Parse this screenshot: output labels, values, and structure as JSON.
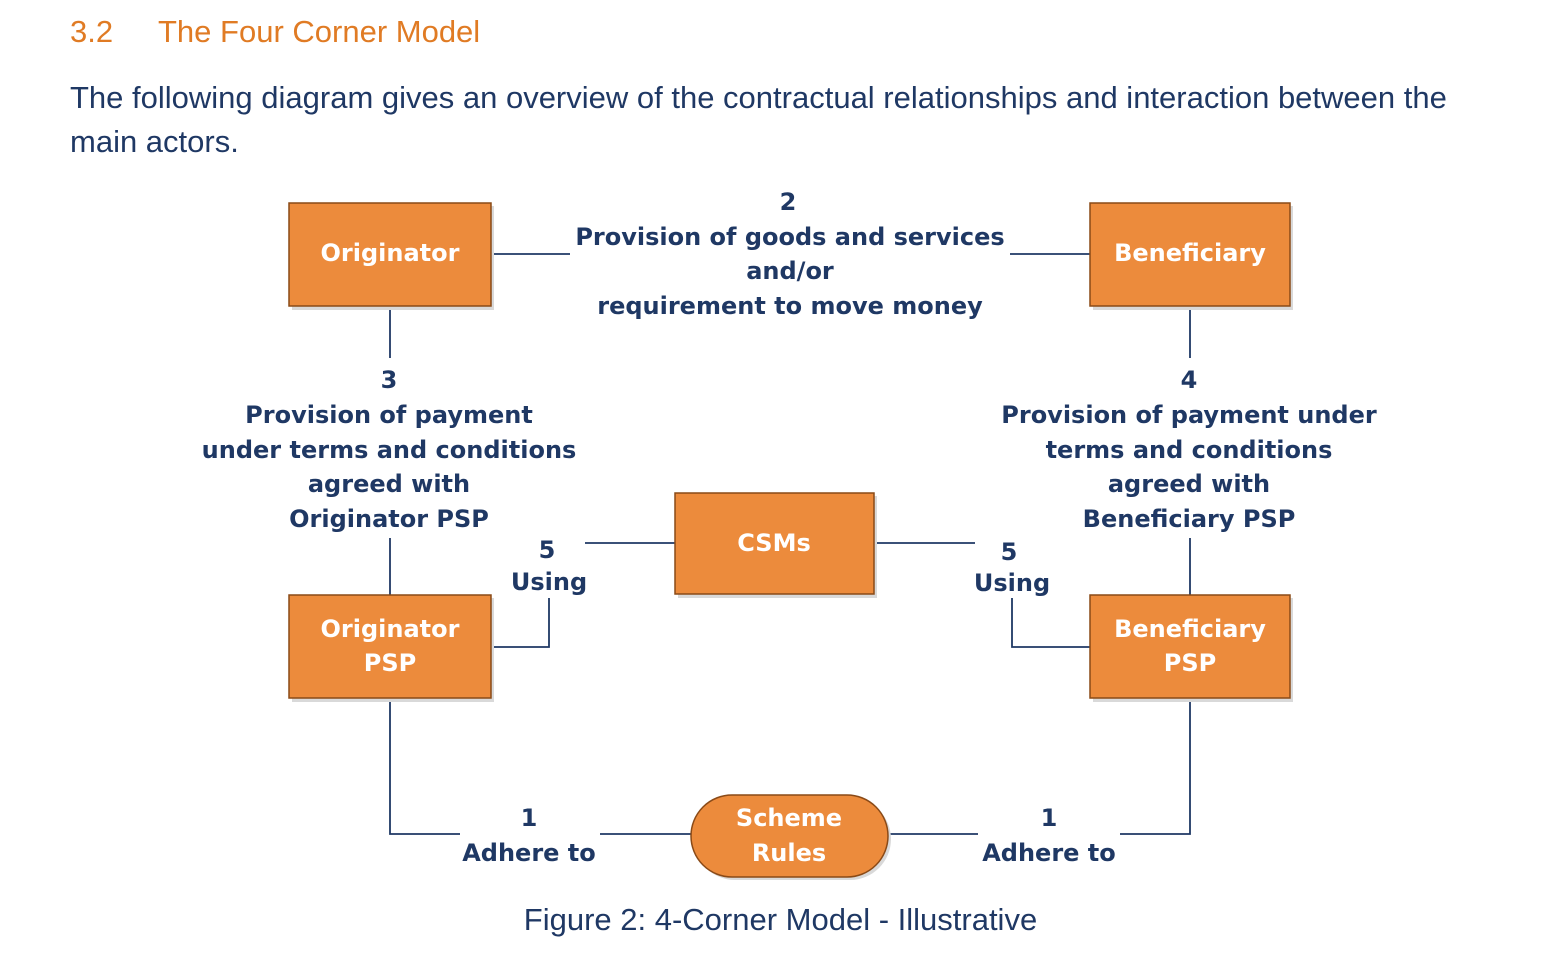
{
  "section": {
    "number": "3.2",
    "title": "The Four Corner Model",
    "intro": "The following diagram gives an overview of the contractual relationships and interaction between the main actors."
  },
  "colors": {
    "box_fill": "#ec8b3c",
    "heading": "#e07b24",
    "text": "#1f3864"
  },
  "diagram": {
    "originator": "Originator",
    "beneficiary": "Beneficiary",
    "originator_psp": [
      "Originator",
      "PSP"
    ],
    "beneficiary_psp": [
      "Beneficiary",
      "PSP"
    ],
    "csms": "CSMs",
    "scheme_rules": [
      "Scheme",
      "Rules"
    ],
    "rel_2": {
      "number": "2",
      "lines": [
        "Provision of goods and services",
        "and/or",
        "requirement to move money"
      ]
    },
    "rel_3": {
      "number": "3",
      "lines": [
        "Provision of payment",
        "under terms and conditions",
        "agreed with",
        "Originator PSP"
      ]
    },
    "rel_4": {
      "number": "4",
      "lines": [
        "Provision of payment under",
        "terms and conditions",
        "agreed with",
        "Beneficiary PSP"
      ]
    },
    "rel_5_left": {
      "number": "5",
      "label": "Using"
    },
    "rel_5_right": {
      "number": "5",
      "label": "Using"
    },
    "rel_1_left": {
      "number": "1",
      "label": "Adhere to"
    },
    "rel_1_right": {
      "number": "1",
      "label": "Adhere to"
    }
  },
  "caption": "Figure 2: 4-Corner Model - Illustrative"
}
